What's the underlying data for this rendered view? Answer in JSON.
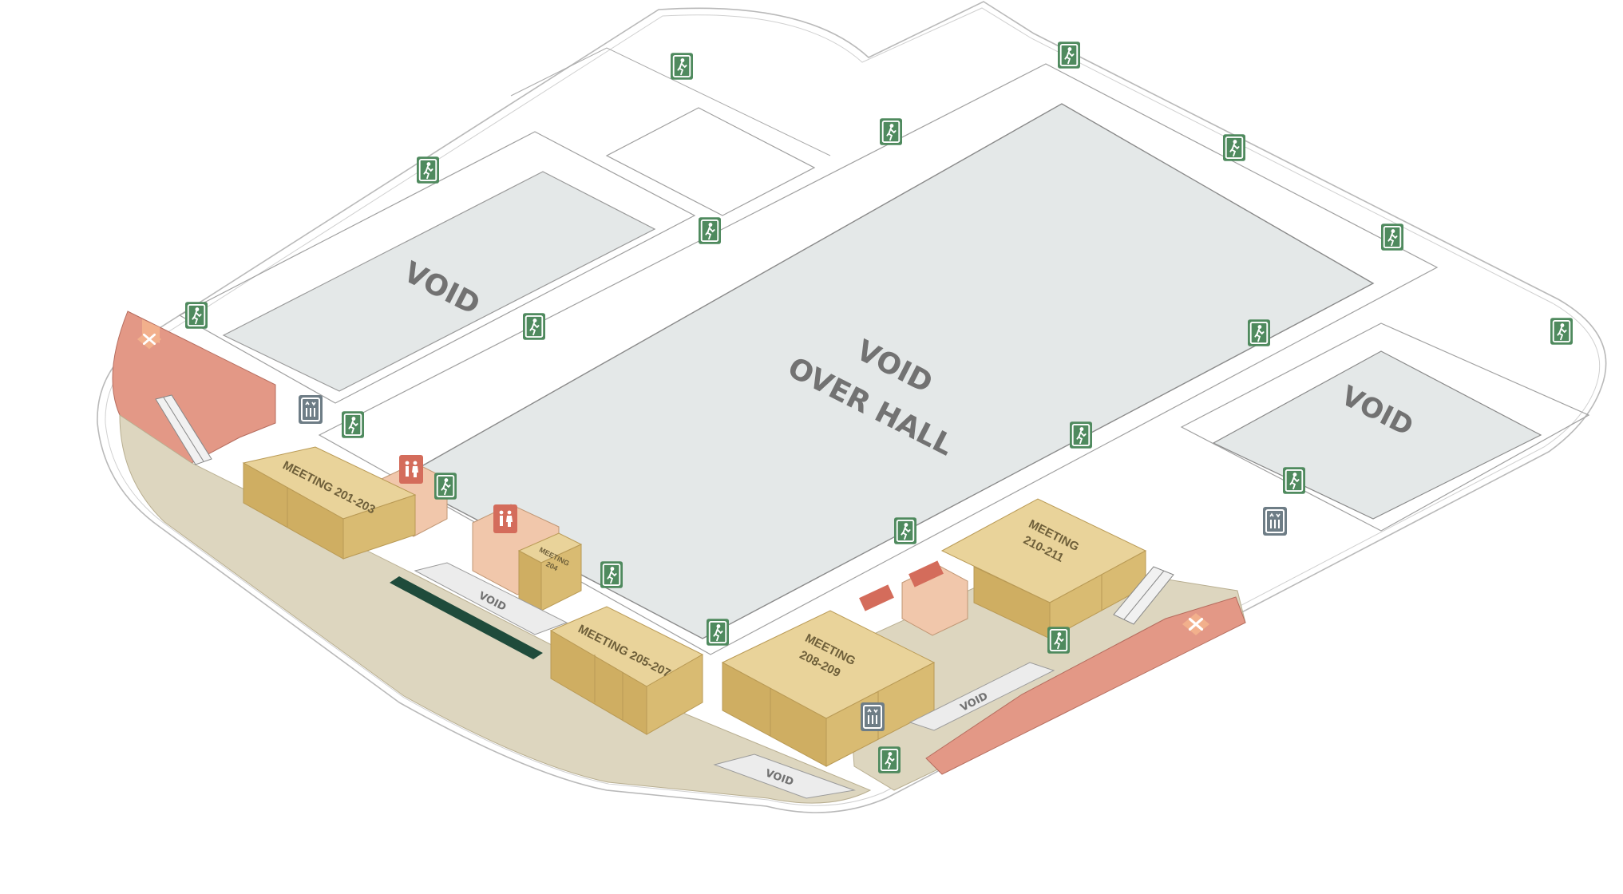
{
  "labels": {
    "void_left": "VOID",
    "void_center_line1": "VOID",
    "void_center_line2": "OVER HALL",
    "void_right": "VOID",
    "void_corridor_1": "VOID",
    "void_corridor_2": "VOID",
    "void_corridor_3": "VOID",
    "meeting_201_203": "MEETING 201-203",
    "meeting_204_line1": "MEETING",
    "meeting_204_line2": "204",
    "meeting_205_207": "MEETING 205-207",
    "meeting_208_209_line1": "MEETING",
    "meeting_208_209_line2": "208-209",
    "meeting_210_211_line1": "MEETING",
    "meeting_210_211_line2": "210-211"
  },
  "icons": {
    "exit": "emergency-exit-icon",
    "elevator": "elevator-icon",
    "restroom": "restroom-icon",
    "restaurant": "restaurant-icon",
    "escalator": "escalator-icon"
  },
  "colors": {
    "void_floor": "#e4e8e8",
    "corridor": "#ddd6bf",
    "meeting_top": "#e9d39a",
    "meeting_side": "#d9bb72",
    "meeting_front": "#cfae62",
    "restaurant_zone": "#e39886",
    "restroom_block": "#f1c7ab",
    "exit_green": "#4f8a5e",
    "exit_tile": "#a9c4ad",
    "dark_glass": "#1f4b3b",
    "wall_line": "#9a9a9a"
  }
}
